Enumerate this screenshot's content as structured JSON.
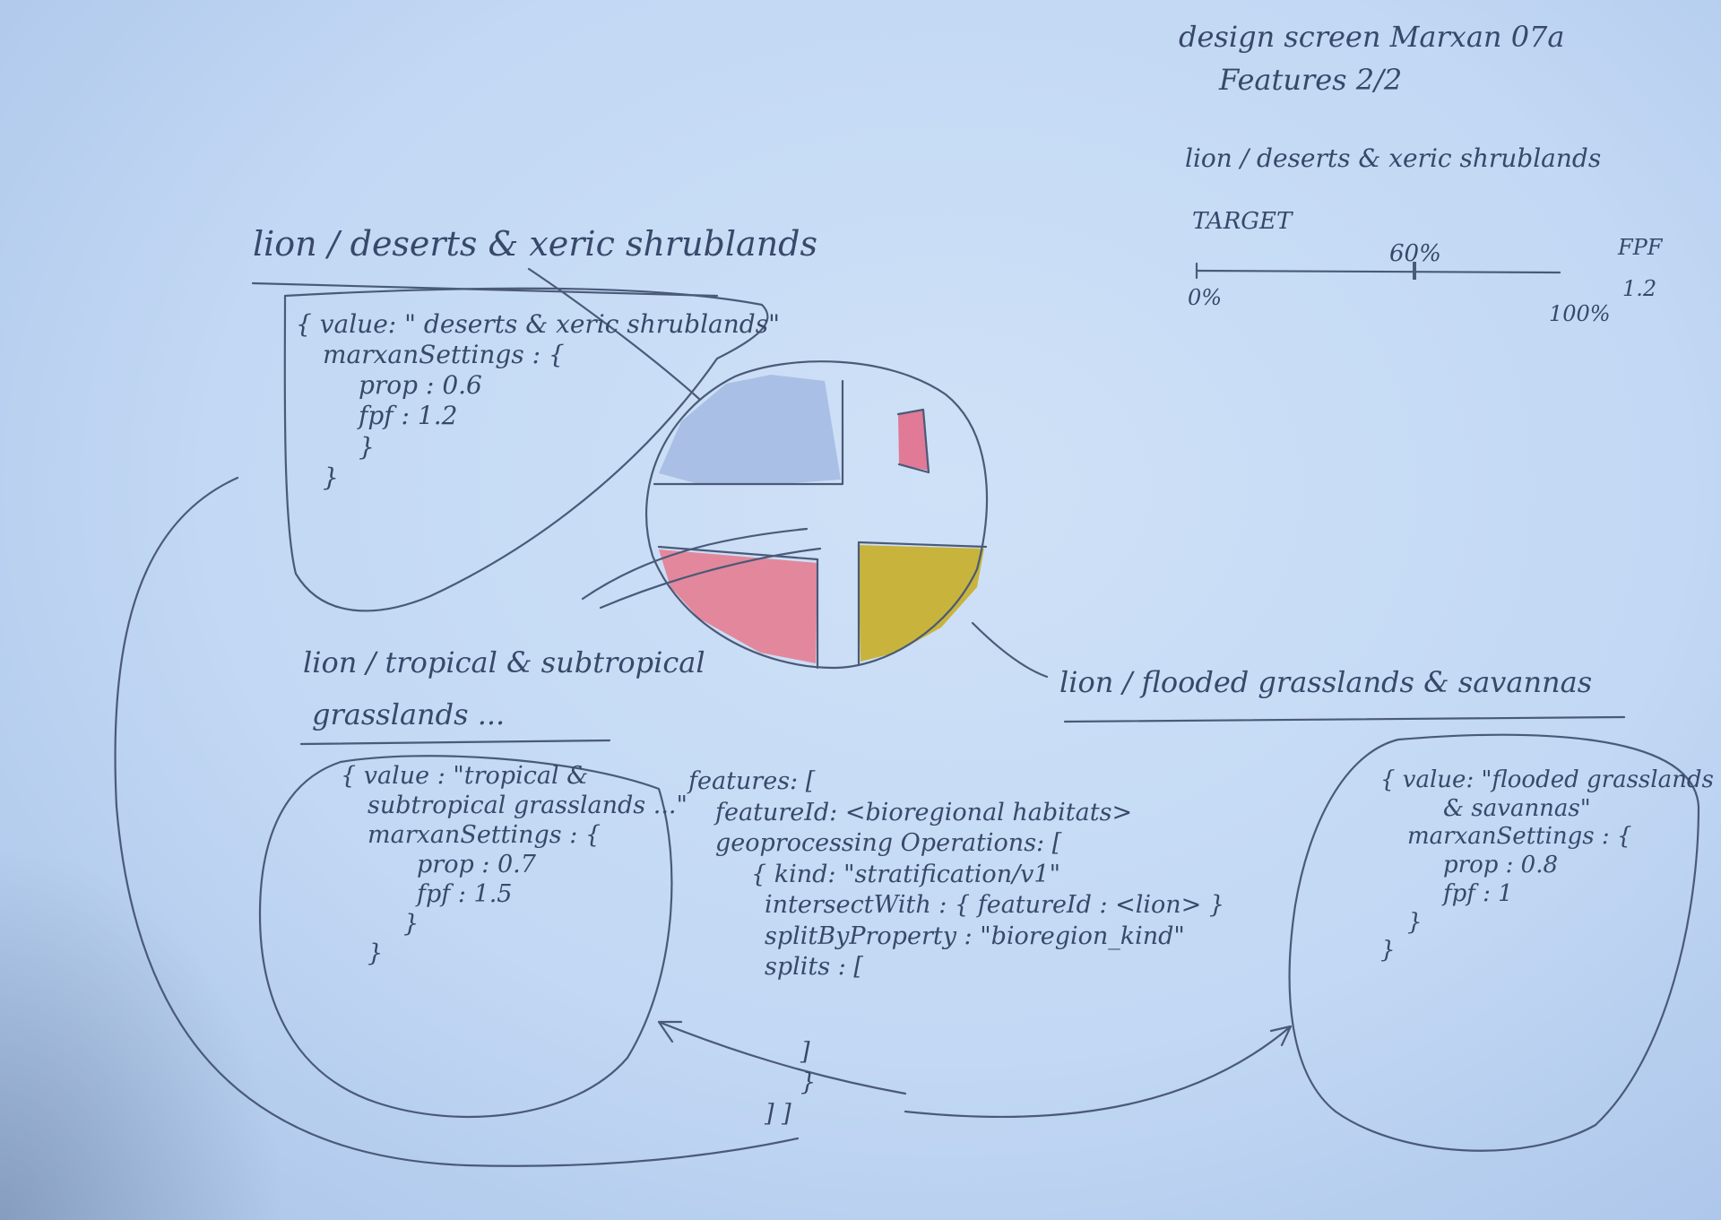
{
  "header": {
    "title": "design screen Marxan 07a",
    "subtitle": "Features 2/2"
  },
  "target_panel": {
    "feature_title": "lion / deserts & xeric shrublands",
    "target_label": "TARGET",
    "target_value": "60%",
    "target_fraction": 0.6,
    "slider_min": "0%",
    "slider_max": "100%",
    "fpf_label": "FPF",
    "fpf_value": "1.2"
  },
  "deserts": {
    "title": "lion / deserts & xeric shrublands",
    "lines": [
      "{ value: \" deserts & xeric shrublands\"",
      "marxanSettings : {",
      "prop : 0.6",
      "fpf : 1.2",
      "}",
      "}"
    ]
  },
  "tropical": {
    "title_line1": "lion / tropical & subtropical",
    "title_line2": "grasslands ...",
    "lines": [
      "{ value : \"tropical &",
      "subtropical grasslands ...\"",
      "marxanSettings : {",
      "prop : 0.7",
      "fpf : 1.5",
      "}",
      "}"
    ]
  },
  "flooded": {
    "title": "lion / flooded grasslands & savannas",
    "lines": [
      "{ value: \"flooded grasslands",
      "& savannas\"",
      "marxanSettings : {",
      "prop : 0.8",
      "fpf : 1",
      "}",
      "}"
    ]
  },
  "features": {
    "lines": [
      "features: [",
      "featureId: <bioregional habitats>",
      "geoprocessing Operations: [",
      "{ kind: \"stratification/v1\"",
      "intersectWith : { featureId : <lion> }",
      "splitByProperty : \"bioregion_kind\"",
      "splits : [",
      "]",
      "}",
      "] ]"
    ]
  },
  "map_regions": {
    "blue": "#a9bfe6",
    "red": "#e07a96",
    "pink": "#e3889c",
    "yellow": "#c8b43c"
  }
}
